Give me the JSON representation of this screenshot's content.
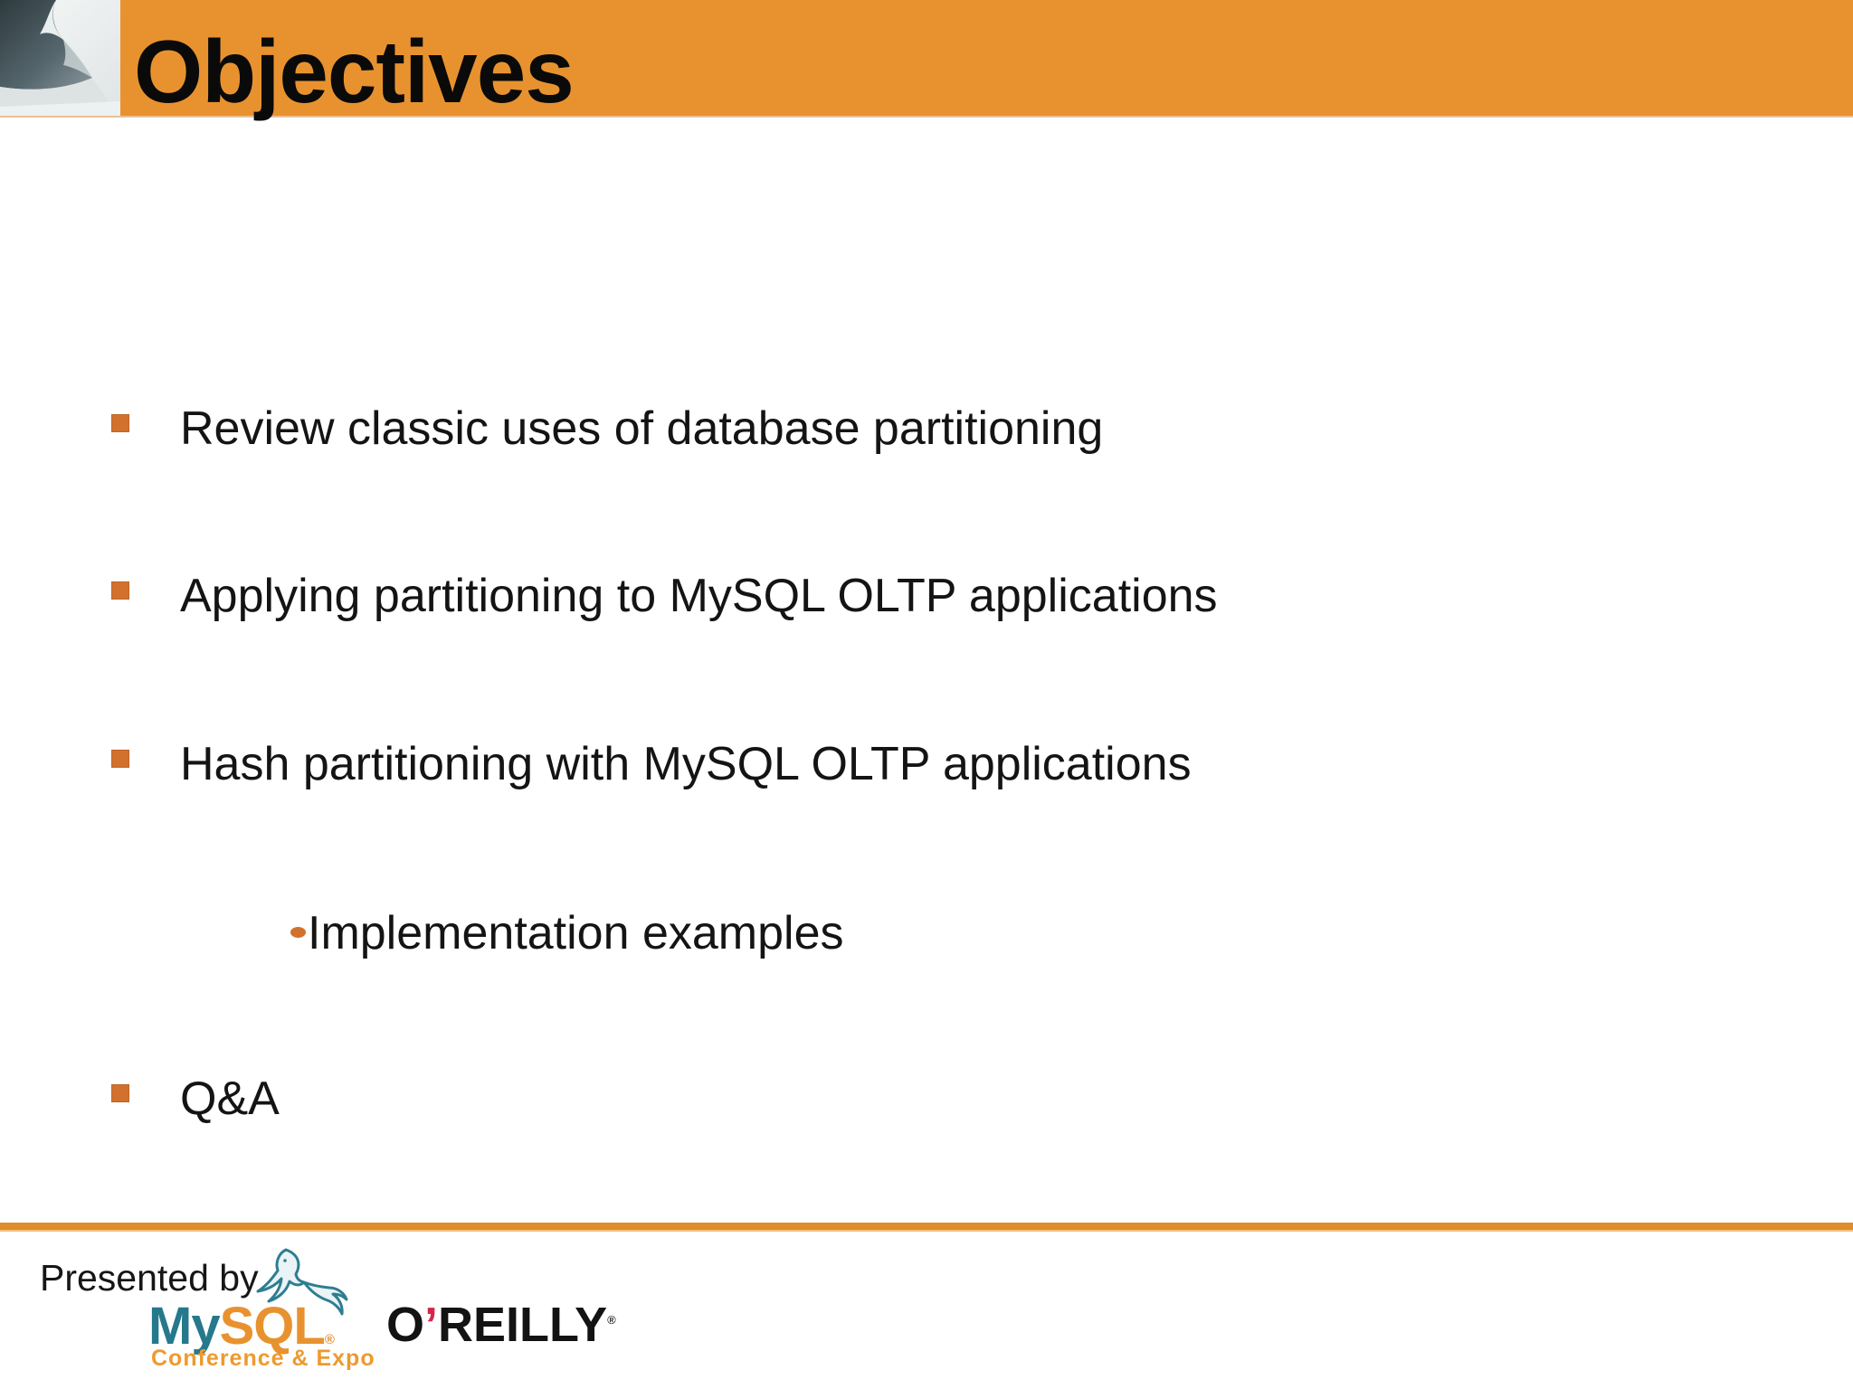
{
  "slide": {
    "title": "Objectives",
    "bullets": [
      {
        "level": 1,
        "text": "Review classic uses of database partitioning"
      },
      {
        "level": 1,
        "text": "Applying partitioning to MySQL OLTP applications"
      },
      {
        "level": 1,
        "text": "Hash partitioning with MySQL OLTP applications"
      },
      {
        "level": 2,
        "text": "Implementation examples"
      },
      {
        "level": 1,
        "text": "Q&A"
      }
    ]
  },
  "footer": {
    "presented_by": "Presented by",
    "mysql_logo": {
      "my": "My",
      "sql": "SQL",
      "reg": "®",
      "tagline": "Conference & Expo"
    },
    "oreilly_logo": {
      "o": "O",
      "apostrophe": "’",
      "rest": "REILLY",
      "reg": "®"
    }
  },
  "icons": {
    "header_image": "wave-photo",
    "bullet_marker": "orange-square-bullet-icon",
    "sub_bullet_marker": "orange-dot-bullet-icon",
    "dolphin": "mysql-dolphin-icon"
  },
  "colors": {
    "header_orange": "#E8922F",
    "bullet_orange": "#D2712E",
    "divider_orange": "#E08C2B",
    "mysql_teal": "#26788C",
    "mysql_orange": "#E8922F",
    "mysql_tagline_orange": "#ED9A2F",
    "oreilly_black": "#131313",
    "oreilly_red": "#D6254D",
    "title_black": "#0A0A0A",
    "body_text": "#141414"
  }
}
